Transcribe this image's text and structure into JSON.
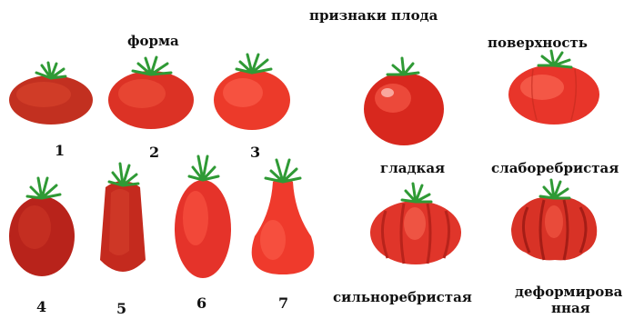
{
  "title": "признаки плода",
  "shape_heading": "форма",
  "surface_heading": "поверхность",
  "shape_numbers": [
    "1",
    "2",
    "3",
    "4",
    "5",
    "6",
    "7"
  ],
  "surface_types": {
    "smooth": "гладкая",
    "slightly_ribbed": "слаборебристая",
    "strongly_ribbed": "сильноребристая",
    "deformed_line1": "деформирова",
    "deformed_line2": "нная"
  },
  "colors": {
    "tomato_red": "#e8392c",
    "tomato_dark": "#b8231b",
    "tomato_light": "#ff6a55",
    "stem_green": "#2f9a35"
  }
}
